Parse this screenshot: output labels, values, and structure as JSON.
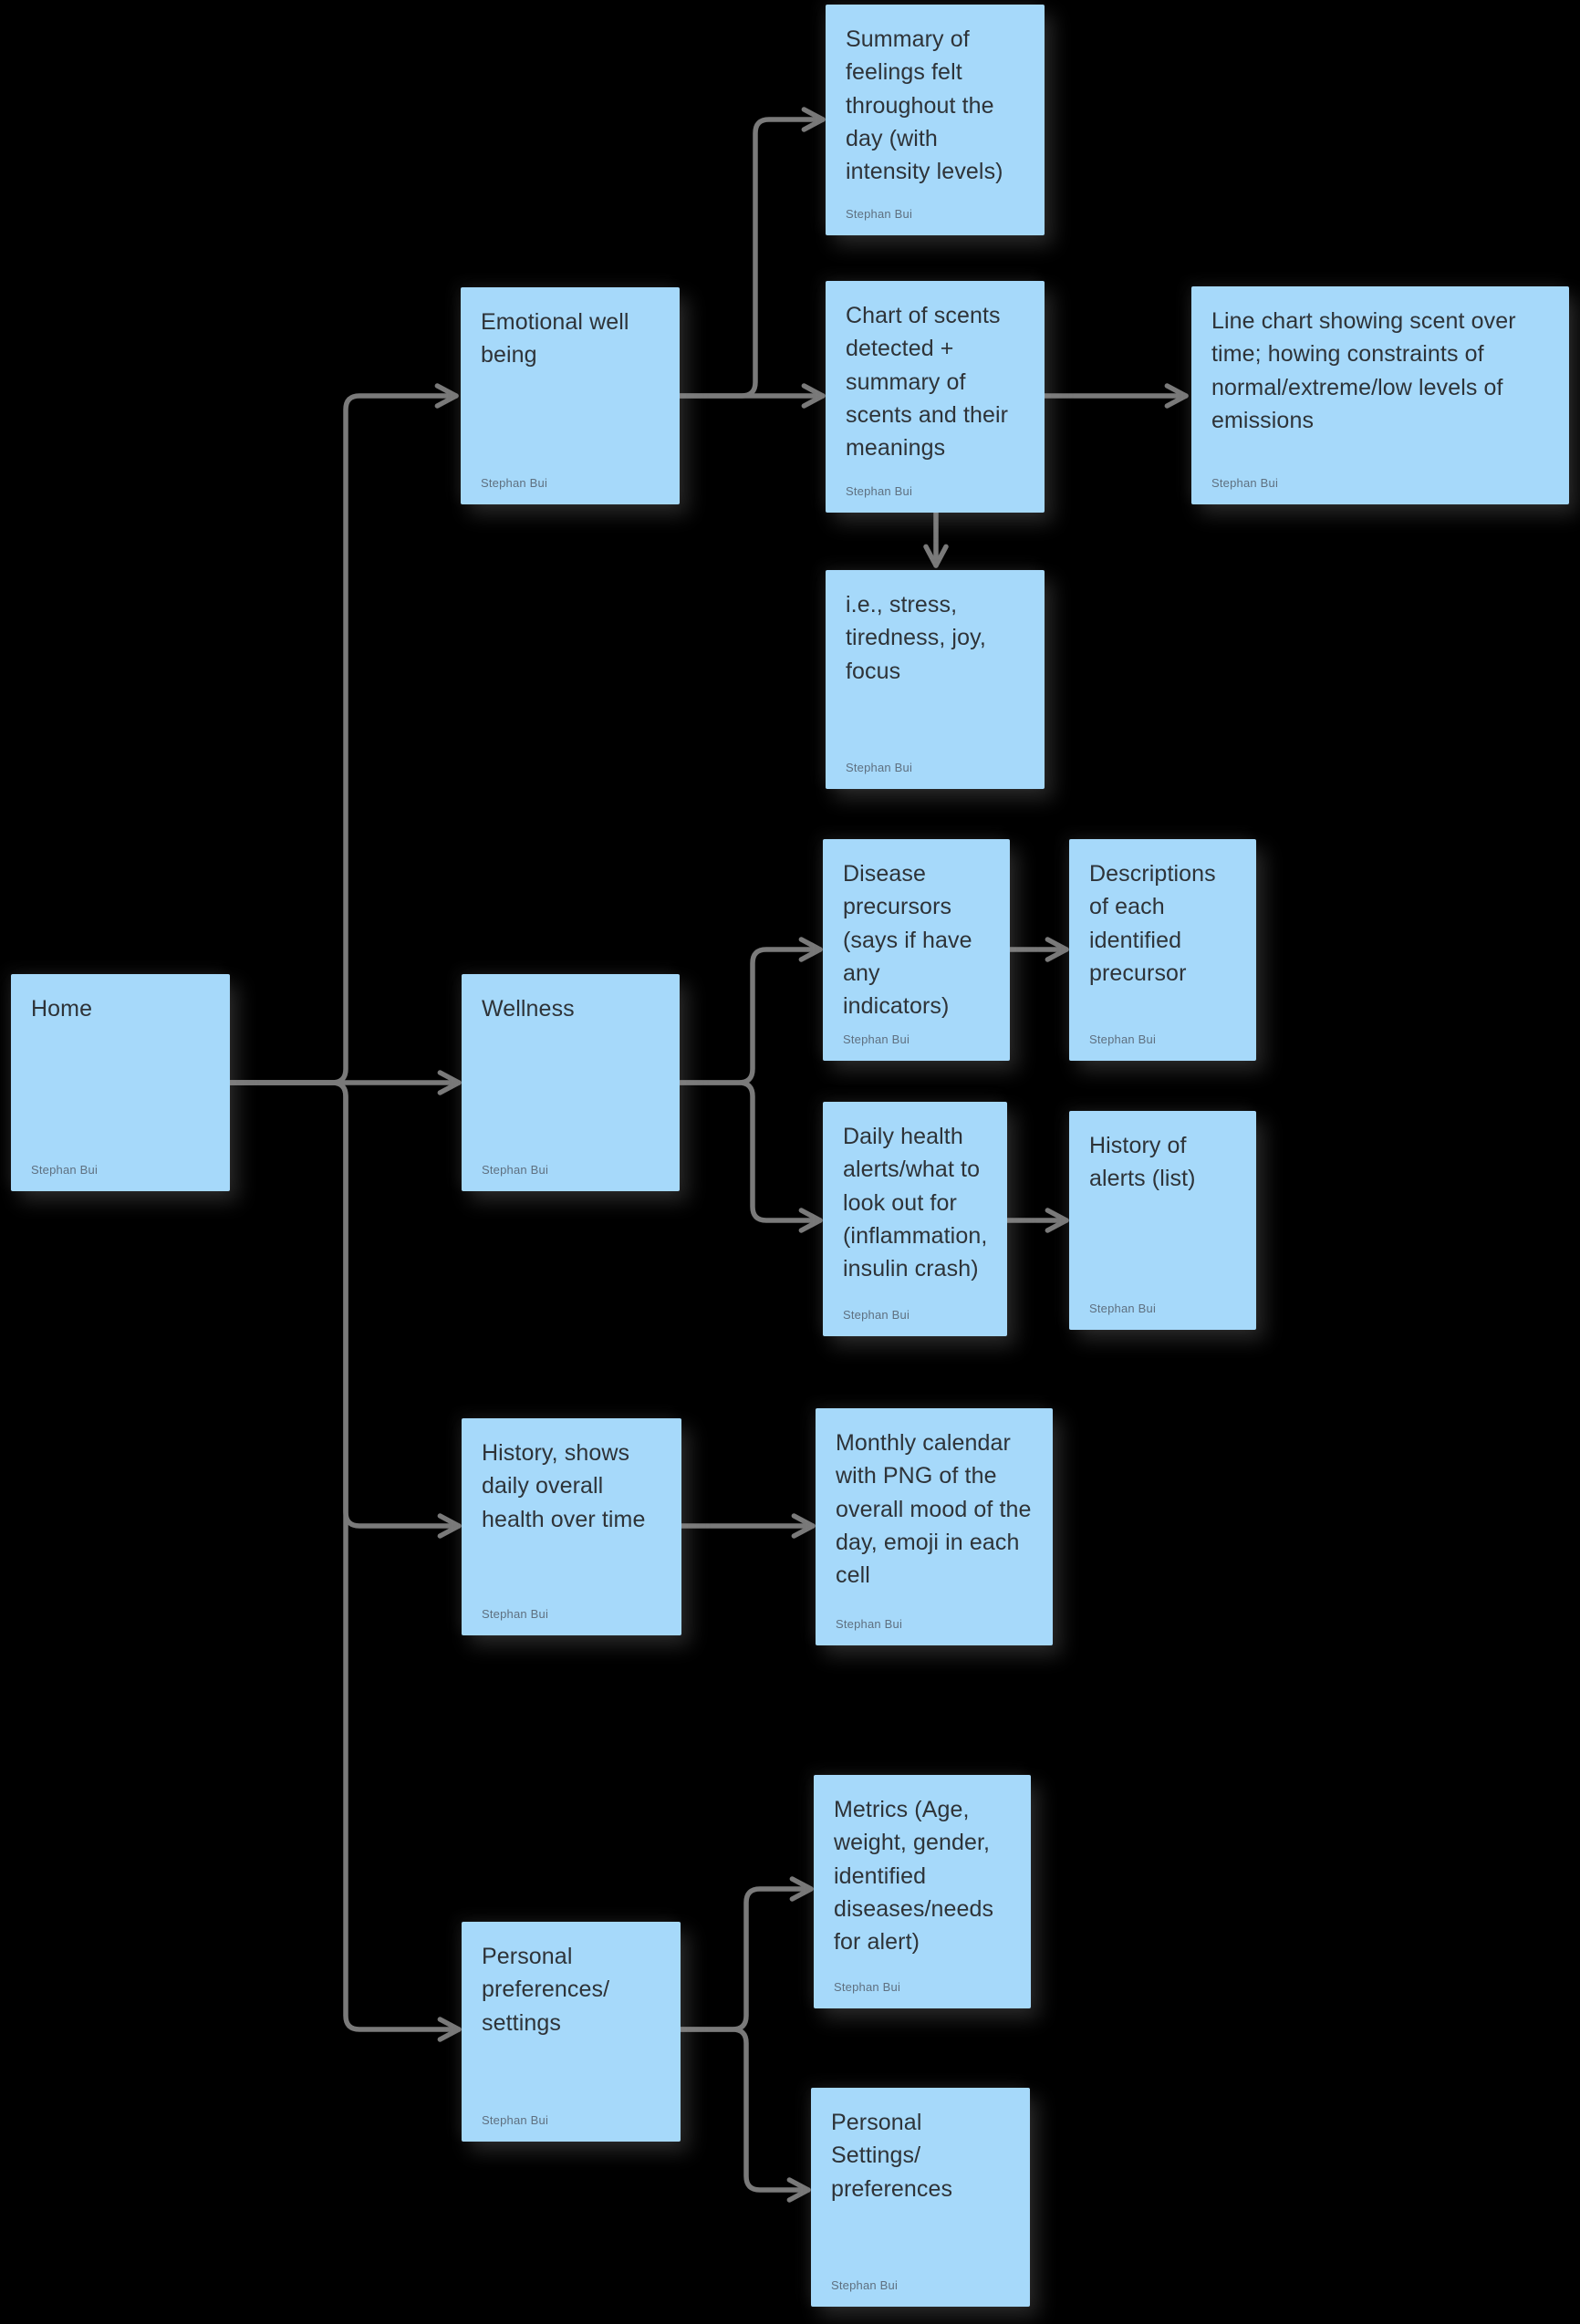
{
  "canvas": {
    "background": "#000000",
    "card_color": "#a6d9fa",
    "title_color": "#2e3338",
    "author_color": "#5f7080",
    "connector_color": "#7a7a7a"
  },
  "cards": [
    {
      "id": "home",
      "title": "Home",
      "author": "Stephan Bui"
    },
    {
      "id": "emotional-well-being",
      "title": "Emotional well being",
      "author": "Stephan Bui"
    },
    {
      "id": "summary-feelings",
      "title": "Summary of feelings felt throughout the day (with intensity levels)",
      "author": "Stephan Bui"
    },
    {
      "id": "chart-scents",
      "title": "Chart of scents detected + summary of scents and their meanings",
      "author": "Stephan Bui"
    },
    {
      "id": "line-chart",
      "title": "Line chart showing scent over time; howing constraints of normal/extreme/low levels of emissions",
      "author": "Stephan Bui"
    },
    {
      "id": "ie-stress",
      "title": "i.e., stress, tiredness, joy, focus",
      "author": "Stephan Bui"
    },
    {
      "id": "disease-precursors",
      "title": "Disease precursors (says if have any indicators)",
      "author": "Stephan Bui"
    },
    {
      "id": "descriptions",
      "title": "Descriptions of each identified precursor",
      "author": "Stephan Bui"
    },
    {
      "id": "wellness",
      "title": "Wellness",
      "author": "Stephan Bui"
    },
    {
      "id": "daily-health",
      "title": "Daily health alerts/what to look out for (inflammation, insulin crash)",
      "author": "Stephan Bui"
    },
    {
      "id": "history-alerts",
      "title": "History of alerts (list)",
      "author": "Stephan Bui"
    },
    {
      "id": "history",
      "title": "History, shows daily overall health over time",
      "author": "Stephan Bui"
    },
    {
      "id": "monthly-calendar",
      "title": "Monthly calendar with PNG of the overall mood of the day, emoji in each cell",
      "author": "Stephan Bui"
    },
    {
      "id": "metrics",
      "title": "Metrics (Age, weight, gender, identified diseases/needs for alert)",
      "author": "Stephan Bui"
    },
    {
      "id": "personal-preferences",
      "title": "Personal preferences/ settings",
      "author": "Stephan Bui"
    },
    {
      "id": "personal-settings",
      "title": "Personal Settings/ preferences",
      "author": "Stephan Bui"
    }
  ]
}
